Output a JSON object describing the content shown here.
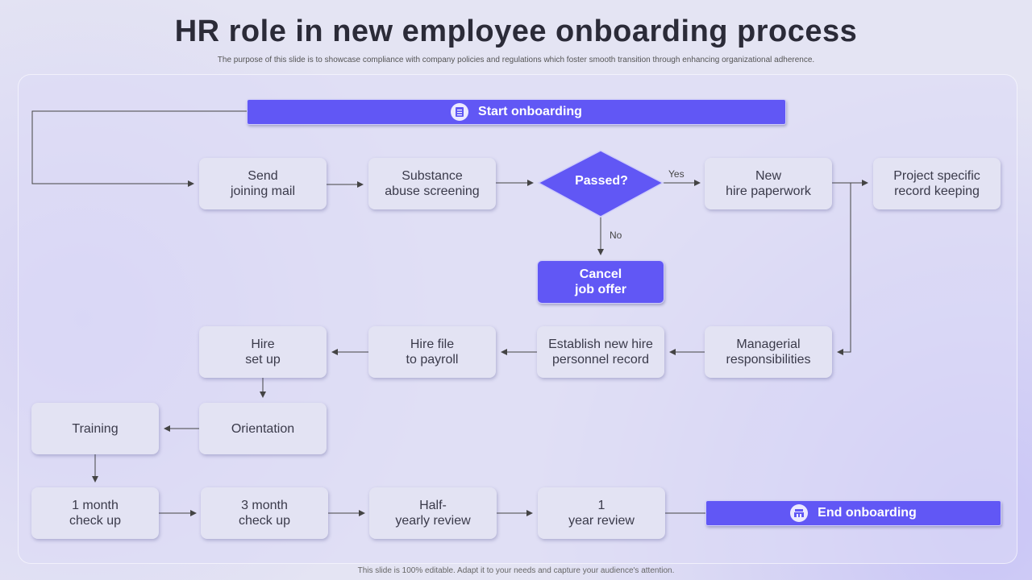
{
  "header": {
    "title": "HR role in new employee onboarding process",
    "subtitle": "The purpose of this slide is to showcase compliance with company policies and regulations which foster smooth transition through enhancing organizational adherence."
  },
  "footer": "This slide is 100% editable. Adapt it to your needs and capture your audience's attention.",
  "start": {
    "label": "Start onboarding",
    "icon": "clipboard-icon"
  },
  "end": {
    "label": "End onboarding",
    "icon": "building-icon"
  },
  "steps": {
    "send_mail": "Send\njoining mail",
    "screening": "Substance\nabuse screening",
    "decision": "Passed?",
    "paperwork": "New\nhire paperwork",
    "record_keeping": "Project specific\nrecord keeping",
    "cancel": "Cancel\njob offer",
    "managerial": "Managerial\nresponsibilities",
    "personnel_record": "Establish new hire\npersonnel record",
    "payroll": "Hire file\nto payroll",
    "setup": "Hire\nset up",
    "orientation": "Orientation",
    "training": "Training",
    "month1": "1 month\ncheck up",
    "month3": "3 month\ncheck up",
    "half_year": "Half-\nyearly review",
    "year1": "1\nyear review"
  },
  "branch_labels": {
    "yes": "Yes",
    "no": "No"
  },
  "colors": {
    "accent": "#6157f5",
    "box": "#e3e3f3",
    "line": "#444444"
  }
}
